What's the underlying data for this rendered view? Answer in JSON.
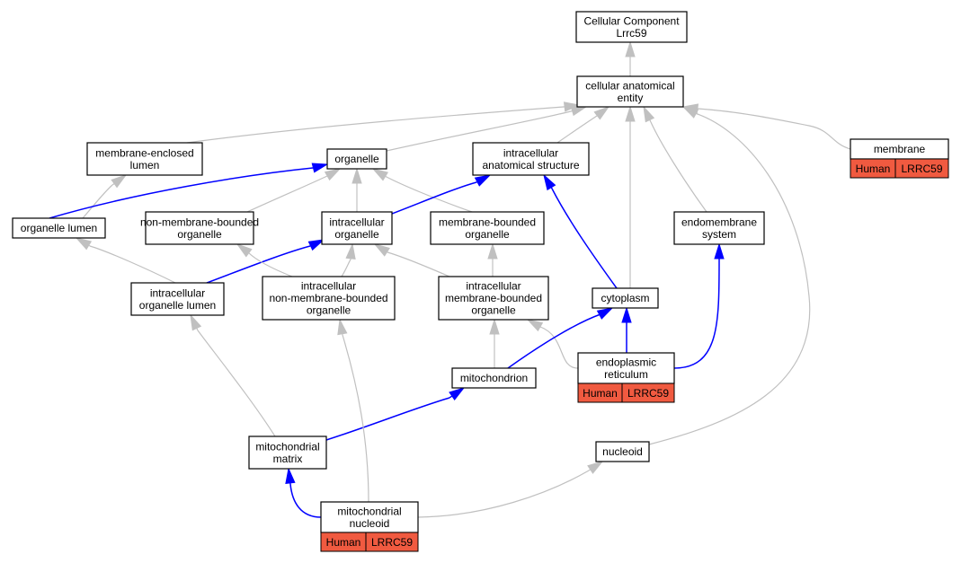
{
  "nodes": [
    {
      "id": "root",
      "lines": [
        "Cellular Component",
        "Lrrc59"
      ]
    },
    {
      "id": "cae",
      "lines": [
        "cellular anatomical",
        "entity"
      ]
    },
    {
      "id": "mel",
      "lines": [
        "membrane-enclosed",
        "lumen"
      ]
    },
    {
      "id": "organelle",
      "lines": [
        "organelle"
      ]
    },
    {
      "id": "ias",
      "lines": [
        "intracellular",
        "anatomical structure"
      ]
    },
    {
      "id": "membrane",
      "lines": [
        "membrane"
      ],
      "tags": [
        "Human",
        "LRRC59"
      ]
    },
    {
      "id": "olumen",
      "lines": [
        "organelle lumen"
      ]
    },
    {
      "id": "nmbo",
      "lines": [
        "non-membrane-bounded",
        "organelle"
      ]
    },
    {
      "id": "io",
      "lines": [
        "intracellular",
        "organelle"
      ]
    },
    {
      "id": "mbo",
      "lines": [
        "membrane-bounded",
        "organelle"
      ]
    },
    {
      "id": "endo",
      "lines": [
        "endomembrane",
        "system"
      ]
    },
    {
      "id": "iol",
      "lines": [
        "intracellular",
        "organelle lumen"
      ]
    },
    {
      "id": "inmbo",
      "lines": [
        "intracellular",
        "non-membrane-bounded",
        "organelle"
      ]
    },
    {
      "id": "imbo",
      "lines": [
        "intracellular",
        "membrane-bounded",
        "organelle"
      ]
    },
    {
      "id": "cyto",
      "lines": [
        "cytoplasm"
      ]
    },
    {
      "id": "er",
      "lines": [
        "endoplasmic",
        "reticulum"
      ],
      "tags": [
        "Human",
        "LRRC59"
      ]
    },
    {
      "id": "mito",
      "lines": [
        "mitochondrion"
      ]
    },
    {
      "id": "mmatrix",
      "lines": [
        "mitochondrial",
        "matrix"
      ]
    },
    {
      "id": "nucleoid",
      "lines": [
        "nucleoid"
      ]
    },
    {
      "id": "mnuc",
      "lines": [
        "mitochondrial",
        "nucleoid"
      ],
      "tags": [
        "Human",
        "LRRC59"
      ]
    }
  ],
  "edges": [
    {
      "from": "cae",
      "to": "root",
      "kind": "is_a"
    },
    {
      "from": "mel",
      "to": "cae",
      "kind": "is_a"
    },
    {
      "from": "organelle",
      "to": "cae",
      "kind": "is_a"
    },
    {
      "from": "ias",
      "to": "cae",
      "kind": "is_a"
    },
    {
      "from": "membrane",
      "to": "cae",
      "kind": "is_a"
    },
    {
      "from": "endo",
      "to": "cae",
      "kind": "is_a"
    },
    {
      "from": "cyto",
      "to": "cae",
      "kind": "is_a"
    },
    {
      "from": "nucleoid",
      "to": "cae",
      "kind": "is_a"
    },
    {
      "from": "olumen",
      "to": "mel",
      "kind": "is_a"
    },
    {
      "from": "olumen",
      "to": "organelle",
      "kind": "part_of"
    },
    {
      "from": "nmbo",
      "to": "organelle",
      "kind": "is_a"
    },
    {
      "from": "io",
      "to": "organelle",
      "kind": "is_a"
    },
    {
      "from": "mbo",
      "to": "organelle",
      "kind": "is_a"
    },
    {
      "from": "io",
      "to": "ias",
      "kind": "part_of"
    },
    {
      "from": "iol",
      "to": "olumen",
      "kind": "is_a"
    },
    {
      "from": "iol",
      "to": "io",
      "kind": "part_of"
    },
    {
      "from": "inmbo",
      "to": "nmbo",
      "kind": "is_a"
    },
    {
      "from": "inmbo",
      "to": "io",
      "kind": "is_a"
    },
    {
      "from": "imbo",
      "to": "io",
      "kind": "is_a"
    },
    {
      "from": "imbo",
      "to": "mbo",
      "kind": "is_a"
    },
    {
      "from": "cyto",
      "to": "ias",
      "kind": "part_of"
    },
    {
      "from": "er",
      "to": "cyto",
      "kind": "part_of"
    },
    {
      "from": "er",
      "to": "endo",
      "kind": "part_of"
    },
    {
      "from": "er",
      "to": "imbo",
      "kind": "is_a"
    },
    {
      "from": "mito",
      "to": "imbo",
      "kind": "is_a"
    },
    {
      "from": "mito",
      "to": "cyto",
      "kind": "part_of"
    },
    {
      "from": "mmatrix",
      "to": "iol",
      "kind": "is_a"
    },
    {
      "from": "mmatrix",
      "to": "mito",
      "kind": "part_of"
    },
    {
      "from": "mnuc",
      "to": "mmatrix",
      "kind": "part_of"
    },
    {
      "from": "mnuc",
      "to": "inmbo",
      "kind": "is_a"
    },
    {
      "from": "mnuc",
      "to": "nucleoid",
      "kind": "is_a"
    }
  ],
  "colors": {
    "is_a": "#c0c0c0",
    "part_of": "#0000ff",
    "tag": "#f05a40"
  }
}
